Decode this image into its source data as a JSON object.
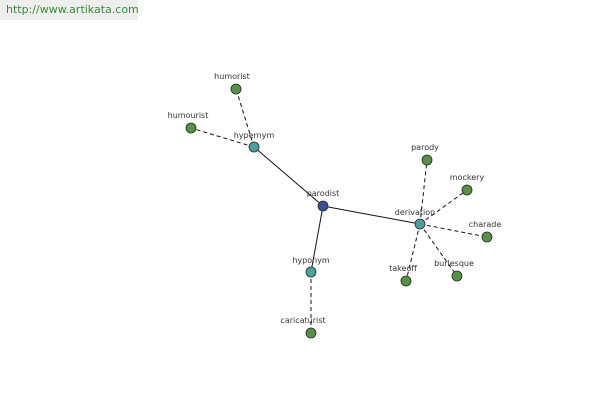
{
  "header": {
    "url": "http://www.artikata.com"
  },
  "colors": {
    "center": "#3d4d9a",
    "hub": "#4ea0a0",
    "leaf": "#5a8f4a",
    "stroke": "#1e2e1e",
    "edge": "#111111"
  },
  "graph": {
    "nodes": [
      {
        "id": "parodist",
        "label": "parodist",
        "kind": "center"
      },
      {
        "id": "hypernym",
        "label": "hypernym",
        "kind": "hub"
      },
      {
        "id": "derivation",
        "label": "derivation",
        "kind": "hub"
      },
      {
        "id": "hyponym",
        "label": "hyponym",
        "kind": "hub"
      },
      {
        "id": "humorist",
        "label": "humorist",
        "kind": "leaf"
      },
      {
        "id": "humourist",
        "label": "humourist",
        "kind": "leaf"
      },
      {
        "id": "parody",
        "label": "parody",
        "kind": "leaf"
      },
      {
        "id": "mockery",
        "label": "mockery",
        "kind": "leaf"
      },
      {
        "id": "charade",
        "label": "charade",
        "kind": "leaf"
      },
      {
        "id": "burlesque",
        "label": "burlesque",
        "kind": "leaf"
      },
      {
        "id": "takeoff",
        "label": "takeoff",
        "kind": "leaf"
      },
      {
        "id": "caricaturist",
        "label": "caricaturist",
        "kind": "leaf"
      }
    ],
    "edges": [
      {
        "from": "parodist",
        "to": "hypernym",
        "style": "solid"
      },
      {
        "from": "parodist",
        "to": "derivation",
        "style": "solid"
      },
      {
        "from": "parodist",
        "to": "hyponym",
        "style": "solid"
      },
      {
        "from": "hypernym",
        "to": "humorist",
        "style": "dashed"
      },
      {
        "from": "hypernym",
        "to": "humourist",
        "style": "dashed"
      },
      {
        "from": "derivation",
        "to": "parody",
        "style": "dashed"
      },
      {
        "from": "derivation",
        "to": "mockery",
        "style": "dashed"
      },
      {
        "from": "derivation",
        "to": "charade",
        "style": "dashed"
      },
      {
        "from": "derivation",
        "to": "burlesque",
        "style": "dashed"
      },
      {
        "from": "derivation",
        "to": "takeoff",
        "style": "dashed"
      },
      {
        "from": "hyponym",
        "to": "caricaturist",
        "style": "dashed"
      }
    ]
  }
}
